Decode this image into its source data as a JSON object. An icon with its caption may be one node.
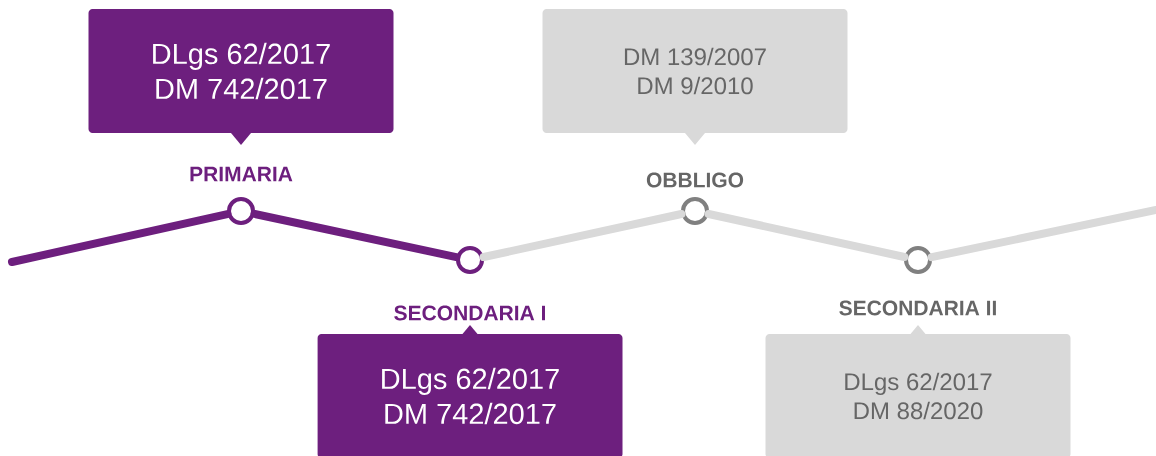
{
  "diagram": {
    "nodes": [
      {
        "text": [
          "DLgs 62/2017",
          "DM 742/2017"
        ]
      },
      {
        "text": [
          "DM 139/2007",
          "DM 9/2010"
        ]
      },
      {
        "text": [
          "PRIMARIA"
        ]
      },
      {
        "text": [
          "OBBLIGO"
        ]
      },
      {
        "text": [],
        "shape": "circle"
      },
      {
        "text": [],
        "shape": "circle"
      },
      {
        "text": [],
        "shape": "circle"
      },
      {
        "text": [],
        "shape": "circle"
      },
      {
        "text": [
          "SECONDARIA I"
        ]
      },
      {
        "text": [
          "SECONDARIA II"
        ]
      },
      {
        "text": [
          "DLgs 62/2017",
          "DM 742/2017"
        ]
      },
      {
        "text": [
          "DLgs 62/2017",
          "DM 88/2020"
        ]
      }
    ],
    "edges": [
      {
        "from": null,
        "to": 4,
        "arrow": "none",
        "color": "#6d1f7e"
      },
      {
        "from": 4,
        "to": 5,
        "arrow": "none",
        "color": "#6d1f7e"
      },
      {
        "from": 5,
        "to": 6,
        "arrow": "none"
      },
      {
        "from": 6,
        "to": 7,
        "arrow": "none"
      },
      {
        "from": 7,
        "to": null,
        "arrow": "none"
      }
    ]
  }
}
